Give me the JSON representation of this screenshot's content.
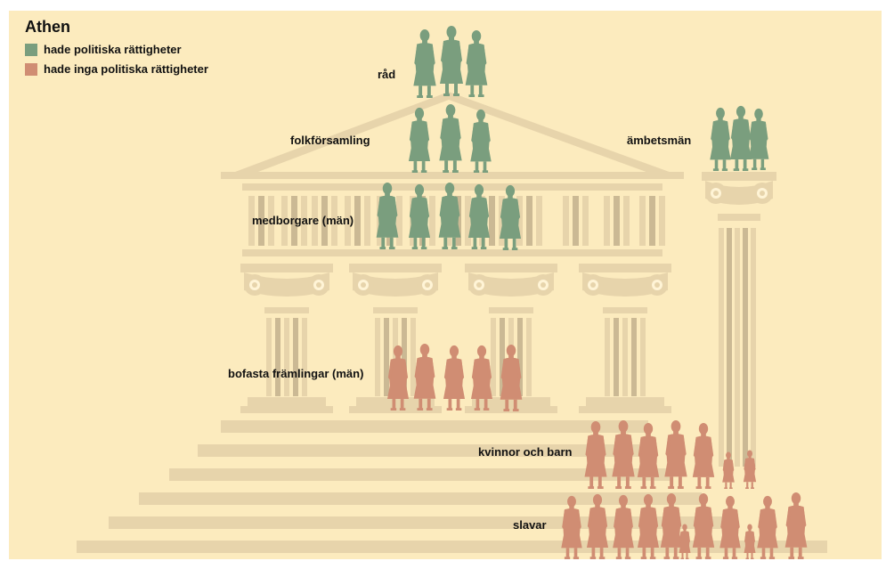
{
  "title": "Athen",
  "legend": [
    {
      "label": "hade politiska rättigheter",
      "color": "#7a9e7e"
    },
    {
      "label": "hade inga politiska rättigheter",
      "color": "#d08d73"
    }
  ],
  "colors": {
    "background": "#fcebbe",
    "structure": "#e7d4ab",
    "shadow": "#cbb994",
    "highlight": "#fff4d6"
  },
  "groups": [
    {
      "label": "råd",
      "rights": true
    },
    {
      "label": "folkförsamling",
      "rights": true
    },
    {
      "label": "ämbetsmän",
      "rights": true
    },
    {
      "label": "medborgare (män)",
      "rights": true
    },
    {
      "label": "bofasta främlingar (män)",
      "rights": false
    },
    {
      "label": "kvinnor och barn",
      "rights": false
    },
    {
      "label": "slavar",
      "rights": false
    }
  ]
}
